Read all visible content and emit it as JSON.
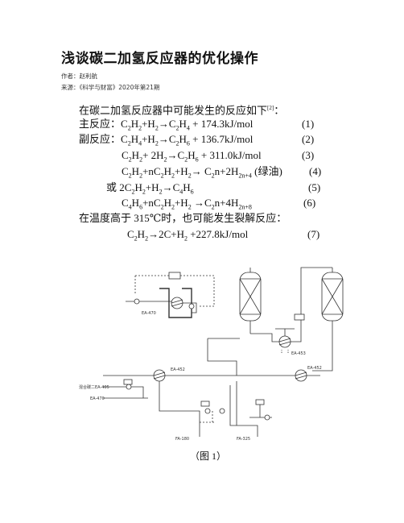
{
  "title": "浅谈碳二加氢反应器的优化操作",
  "author": "作者：赵利航",
  "source": "来源：《科学与财富》2020年第21期",
  "intro": "在碳二加氢反应器中可能发生的反应如下",
  "intro_ref": "[2]",
  "intro_colon": "：",
  "main_label": "主反应：",
  "side_label": "副反应：",
  "or_label": "或",
  "high_temp": "在温度高于 315℃时，也可能发生裂解反应：",
  "green_oil": "(绿油)",
  "numbers": [
    "(1)",
    "(2)",
    "(3)",
    "(4)",
    "(5)",
    "(6)",
    "(7)"
  ],
  "diagram_labels": {
    "ea470a": "EA-470",
    "ea452a": "EA-452",
    "ea453": "EA-453",
    "ea452b": "EA-452",
    "mixfeed": "混合碳二EA-405",
    "ea470b": "EA-470",
    "fa180": "FA-180",
    "fa325": "FA-325"
  },
  "caption": "（图 1）"
}
